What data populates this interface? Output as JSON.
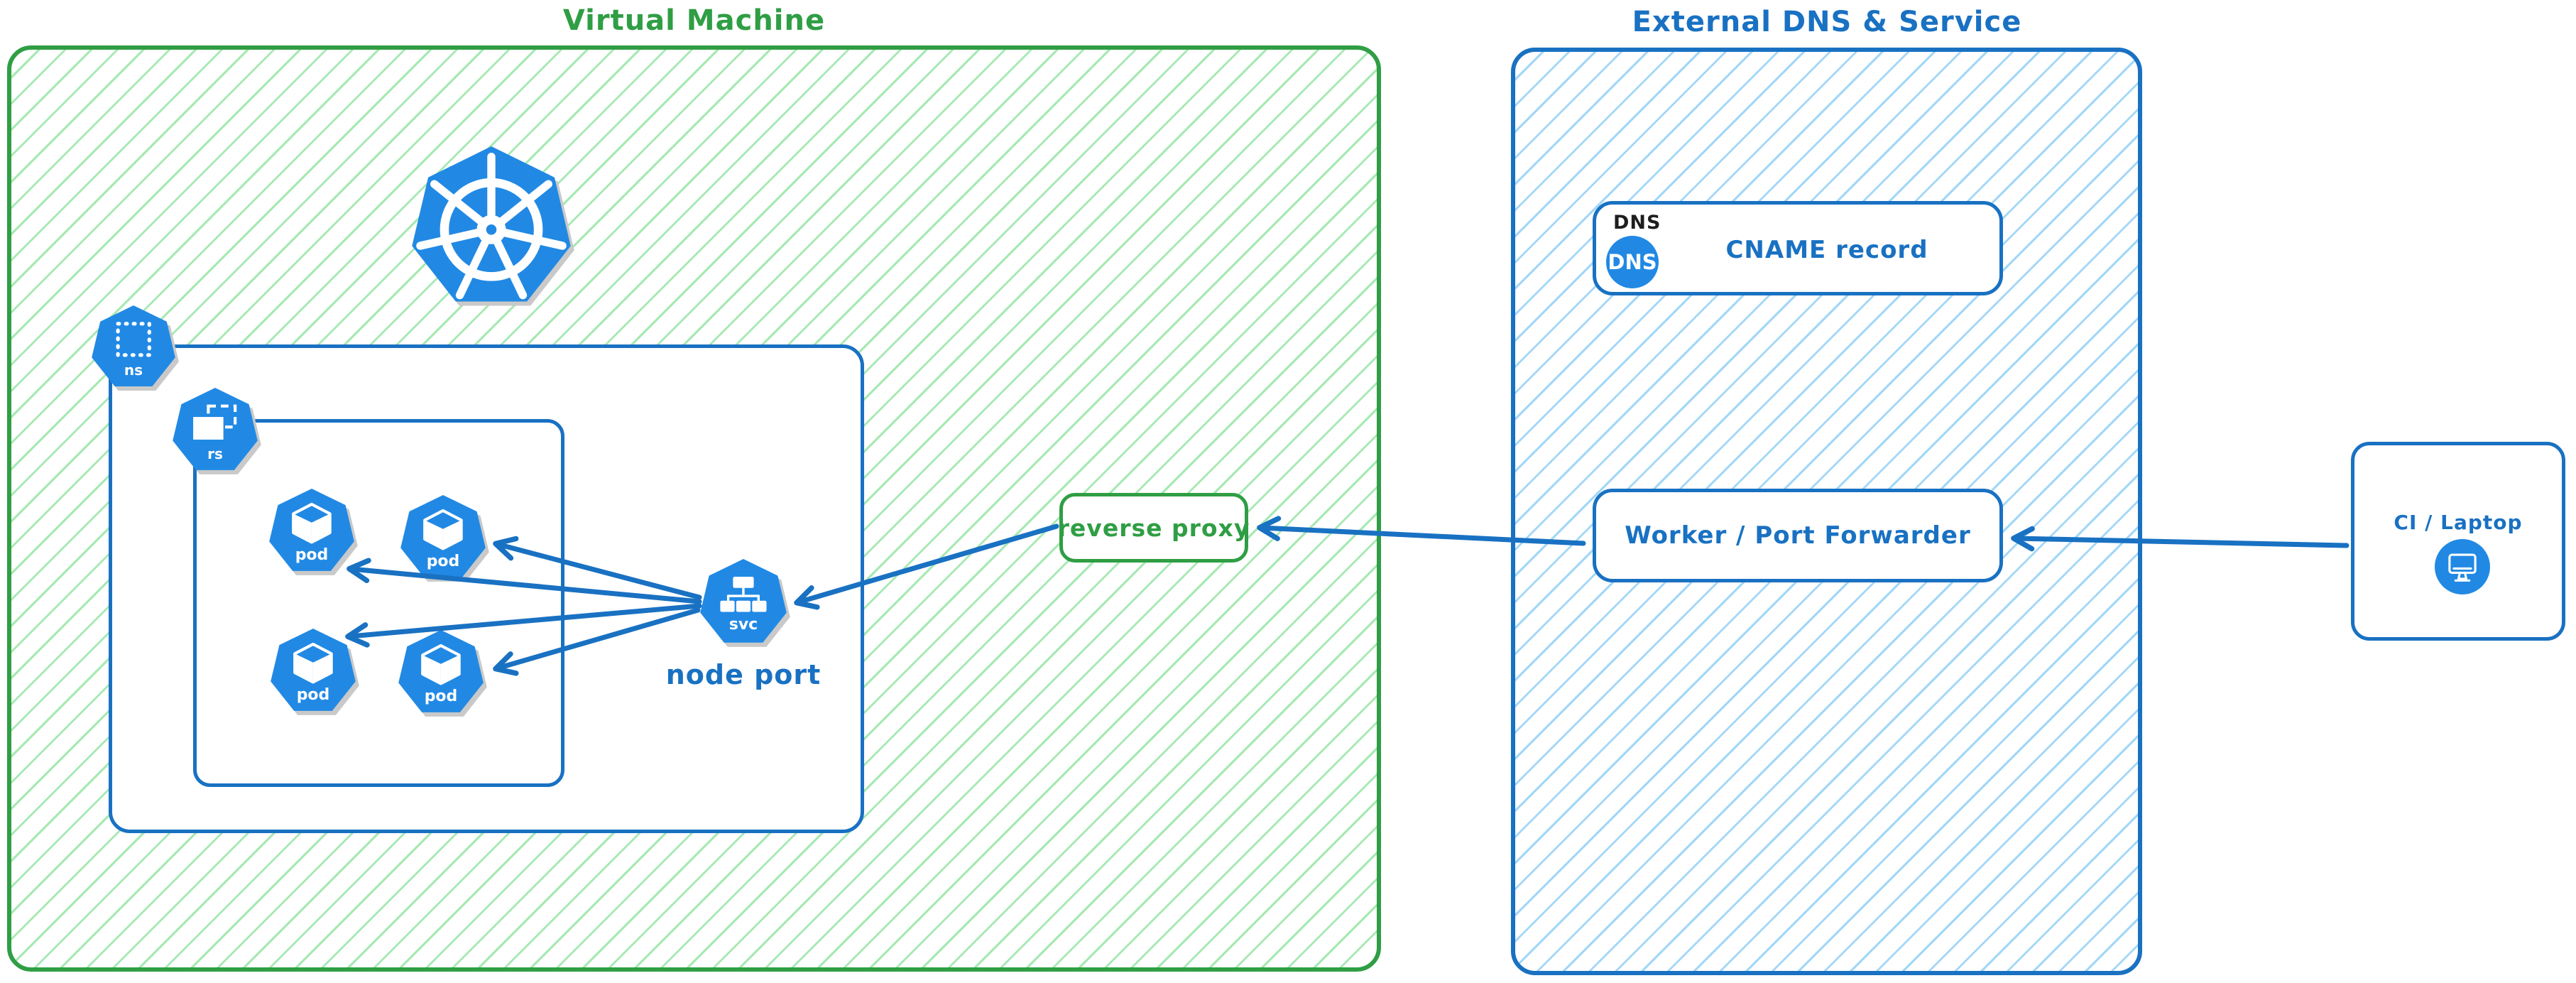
{
  "diagram": {
    "vm": {
      "title": "Virtual Machine",
      "ns_label": "ns",
      "rs_label": "rs",
      "pods": [
        "pod",
        "pod",
        "pod",
        "pod"
      ],
      "svc_label": "svc",
      "node_port_caption": "node port",
      "reverse_proxy_label": "reverse proxy"
    },
    "external": {
      "title": "External DNS & Service",
      "dns_card": {
        "tag": "DNS",
        "badge": "DNS",
        "record_label": "CNAME record"
      },
      "worker_label": "Worker / Port Forwarder"
    },
    "client": {
      "label": "CI / Laptop"
    }
  },
  "colors": {
    "green_stroke": "#2f9e44",
    "green_hatch": "#a6e9b2",
    "blue_stroke": "#1971c2",
    "blue_hatch": "#a3d7f7",
    "icon_fill": "#2189e4",
    "label_black": "#1e1e1e"
  }
}
